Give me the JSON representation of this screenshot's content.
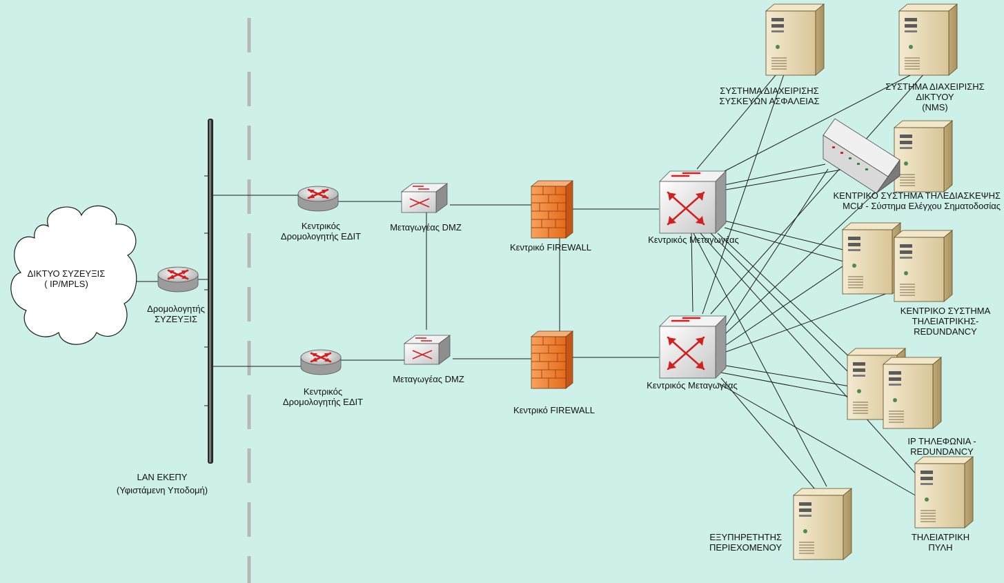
{
  "colors": {
    "background": "#cdf0e9",
    "link": "#1a1a1a",
    "firewall": "#f07f2a",
    "server": "#e3d3ae",
    "router": "#c8c8c8",
    "arrow": "#d21f1f",
    "divider": "#b7b7b7"
  },
  "labels": {
    "cloud_line1": "ΔΙΚΤΥΟ ΣΥΖΕΥΞΙΣ",
    "cloud_line2": "( IP/MPLS)",
    "router_syzeuxis_line1": "Δρομολογητής",
    "router_syzeuxis_line2": "ΣΥΖΕΥΞΙΣ",
    "lan_line1": "LAN  ΕΚΕΠΥ",
    "lan_line2": "(Υφιστάμενη Υποδομή)",
    "router_top_line1": "Κεντρικός",
    "router_top_line2": "Δρομολογητής ΕΔΙΤ",
    "router_bottom_line1": "Κεντρικός",
    "router_bottom_line2": "Δρομολογητής ΕΔΙΤ",
    "dmz_top": "Μεταγωγέας DMZ",
    "dmz_bottom": "Μεταγωγέας DMZ",
    "firewall_top": "Κεντρικό FIREWALL",
    "firewall_bottom": "Κεντρικό FIREWALL",
    "core_top": "Κεντρικός Μεταγωγέας",
    "core_bottom": "Κεντρικός Μεταγωγέας",
    "security_mgmt_line1": "ΣΥΣΤΗΜΑ ΔΙΑΧΕΙΡΙΣΗΣ",
    "security_mgmt_line2": "ΣΥΣΚΕΥΩΝ ΑΣΦΑΛΕΙΑΣ",
    "nms_line1": "ΣΥΣΤΗΜΑ ΔΙΑΧΕΙΡΙΣΗΣ",
    "nms_line2": "ΔΙΚΤΥΟΥ",
    "nms_line3": "(NMS)",
    "videoconf_line1": "ΚΕΝΤΡΙΚΟ ΣΥΣΤΗΜΑ ΤΗΛΕΔΙΑΣΚΕΨΗΣ",
    "videoconf_line2": "MCU - Σύστημα Ελέγχου Σηματοδοσίας",
    "telemed_line1": "ΚΕΝΤΡΙΚΟ ΣΥΣΤΗΜΑ",
    "telemed_line2": "ΤΗΛΕΙΑΤΡΙΚΗΣ-",
    "telemed_line3": "REDUNDANCY",
    "iptel_line1": "IP ΤΗΛΕΦΩΝΙΑ -",
    "iptel_line2": "REDUNDANCY",
    "portal_line1": "ΤΗΛΕΙΑΤΡΙΚΗ",
    "portal_line2": "ΠΥΛΗ",
    "content_line1": "ΕΞΥΠΗΡΕΤΗΤΗΣ",
    "content_line2": "ΠΕΡΙΕΧΟΜΕΝΟΥ"
  }
}
